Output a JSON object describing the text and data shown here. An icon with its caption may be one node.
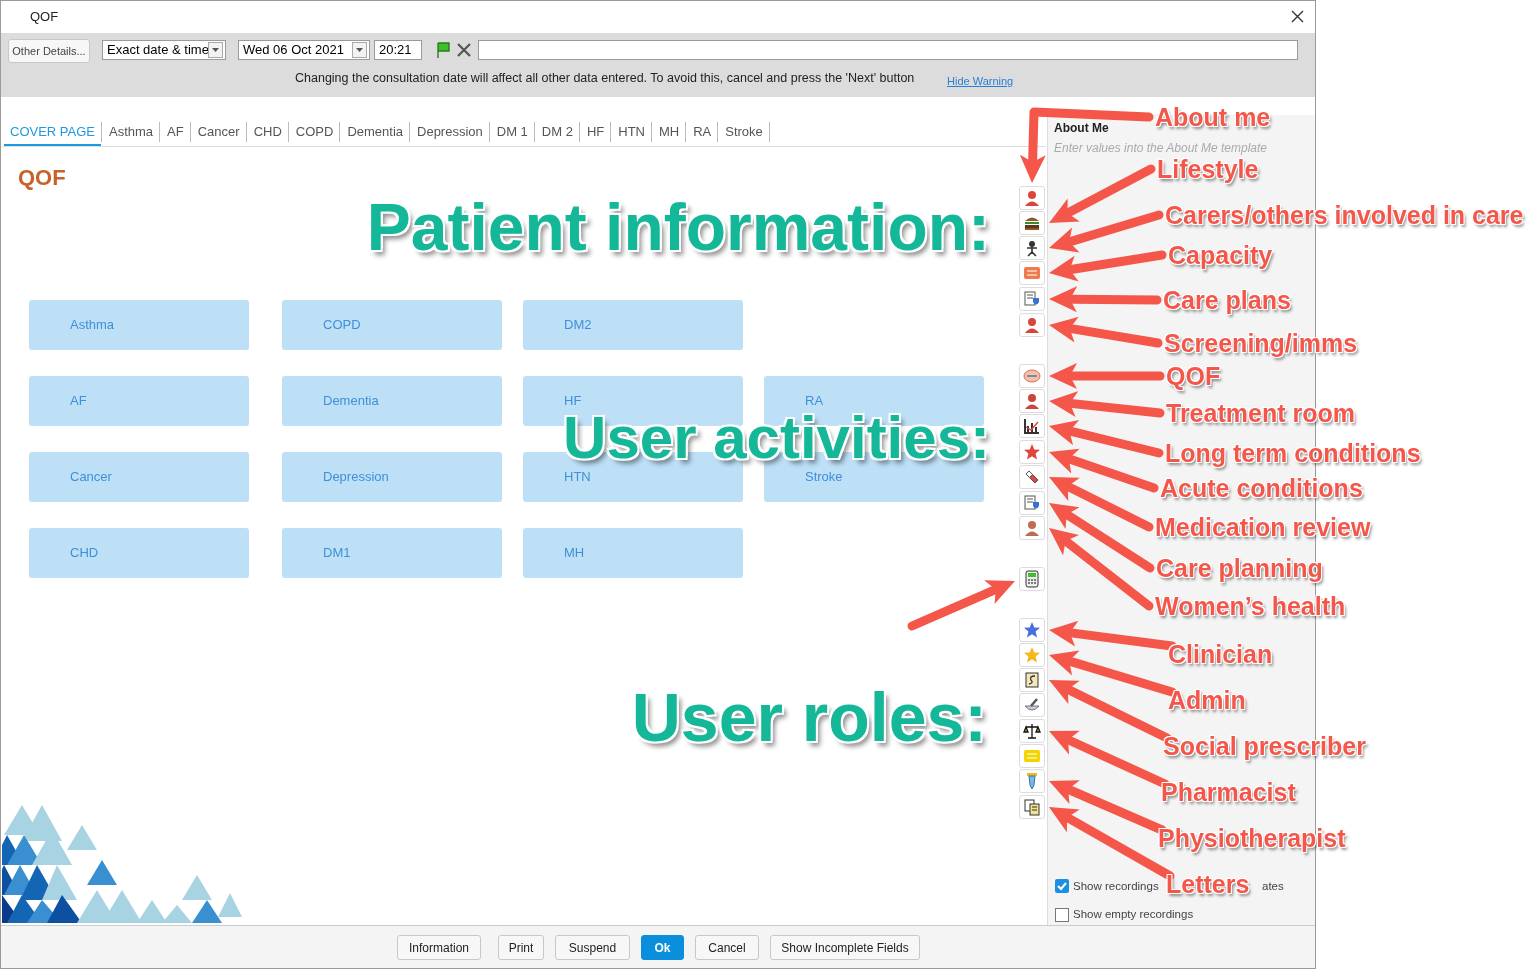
{
  "diagram": {
    "nodes": [
      {
        "text": [],
        "shape": "picture"
      },
      {
        "text": [],
        "shape": "picture"
      },
      {
        "text": [],
        "shape": "picture"
      },
      {
        "text": [],
        "shape": "picture"
      },
      {
        "text": [],
        "shape": "picture"
      },
      {
        "text": [],
        "shape": "picture"
      },
      {
        "text": [],
        "shape": "picture"
      },
      {
        "text": [],
        "shape": "picture"
      },
      {
        "text": [],
        "shape": "picture"
      },
      {
        "text": [],
        "shape": "picture"
      },
      {
        "text": [],
        "shape": "picture"
      },
      {
        "text": [],
        "shape": "picture"
      },
      {
        "text": [],
        "shape": "picture"
      },
      {
        "text": [],
        "shape": "picture"
      },
      {
        "text": [],
        "shape": "picture"
      },
      {
        "text": [],
        "shape": "picture"
      },
      {
        "text": [],
        "shape": "picture"
      },
      {
        "text": [],
        "shape": "picture"
      },
      {
        "text": [],
        "shape": "picture"
      },
      {
        "text": [],
        "shape": "picture"
      },
      {
        "text": [],
        "shape": "picture"
      },
      {
        "text": [],
        "shape": "picture"
      },
      {
        "text": [
          "About me"
        ]
      },
      {
        "text": [
          "Lifestyle"
        ]
      },
      {
        "text": [
          "Carers/others involved in care"
        ]
      },
      {
        "text": [
          "Capacity"
        ]
      },
      {
        "text": [
          "Care plans"
        ]
      },
      {
        "text": [
          "Screening/imms"
        ]
      },
      {
        "text": [
          "QOF"
        ]
      },
      {
        "text": [
          "Treatment room"
        ]
      },
      {
        "text": [
          "Long term conditions"
        ]
      },
      {
        "text": [
          "Acute conditions"
        ]
      },
      {
        "text": [
          "Medication review"
        ]
      },
      {
        "text": [
          "Care planning"
        ]
      },
      {
        "text": [
          "Women’s health"
        ]
      },
      {
        "text": [
          "Clinician"
        ]
      },
      {
        "text": [
          "Admin"
        ]
      },
      {
        "text": [
          "Social prescriber"
        ]
      },
      {
        "text": [
          "Pharmacist"
        ]
      },
      {
        "text": [
          "Physiotherapist"
        ]
      },
      {
        "text": [
          "Letters"
        ]
      }
    ],
    "edges": [
      {
        "from": 22,
        "to": 0,
        "arrow": "to"
      },
      {
        "from": 23,
        "to": 1,
        "arrow": "to"
      },
      {
        "from": 24,
        "to": 2,
        "arrow": "to"
      },
      {
        "from": 25,
        "to": 3,
        "arrow": "to"
      },
      {
        "from": 26,
        "to": 4,
        "arrow": "to"
      },
      {
        "from": 27,
        "to": 5,
        "arrow": "to"
      },
      {
        "from": 28,
        "to": 6,
        "arrow": "to"
      },
      {
        "from": 29,
        "to": 7,
        "arrow": "to"
      },
      {
        "from": 30,
        "to": 8,
        "arrow": "to"
      },
      {
        "from": 31,
        "to": 9,
        "arrow": "to"
      },
      {
        "from": 32,
        "to": 10,
        "arrow": "to"
      },
      {
        "from": 33,
        "to": 11,
        "arrow": "to"
      },
      {
        "from": 34,
        "to": 12,
        "arrow": "to"
      },
      {
        "from": null,
        "to": 13,
        "arrow": "to"
      },
      {
        "from": 35,
        "to": 14,
        "arrow": "to"
      },
      {
        "from": 36,
        "to": 15,
        "arrow": "to"
      },
      {
        "from": 37,
        "to": 16,
        "arrow": "to"
      },
      {
        "from": 38,
        "to": 18,
        "arrow": "to"
      },
      {
        "from": 39,
        "to": 20,
        "arrow": "to"
      },
      {
        "from": 40,
        "to": 21,
        "arrow": "to"
      }
    ],
    "labels": [
      "QOF",
      "Other Details...",
      "Exact date & time",
      "Wed 06 Oct 2021",
      "20:21",
      "Changing the consultation date will affect all other data entered. To avoid this, cancel and press the 'Next' button",
      "Hide Warning",
      "COVER PAGE",
      "Asthma",
      "AF",
      "Cancer",
      "CHD",
      "COPD",
      "Dementia",
      "Depression",
      "DM 1",
      "DM 2",
      "HF",
      "HTN",
      "MH",
      "RA",
      "Stroke",
      "QOF",
      "About Me",
      "Enter values into the About Me template",
      "Patient information:",
      "Asthma",
      "COPD",
      "DM2",
      "AF",
      "Dementia",
      "HF",
      "RA",
      "User activities:",
      "Cancer",
      "Depression",
      "HTN",
      "Stroke",
      "CHD",
      "DM1",
      "MH",
      "User roles:",
      "Show recordings",
      "ates",
      "Show empty recordings",
      "Information",
      "Print",
      "Suspend",
      "Ok",
      "Cancel",
      "Show Incomplete Fields"
    ]
  }
}
